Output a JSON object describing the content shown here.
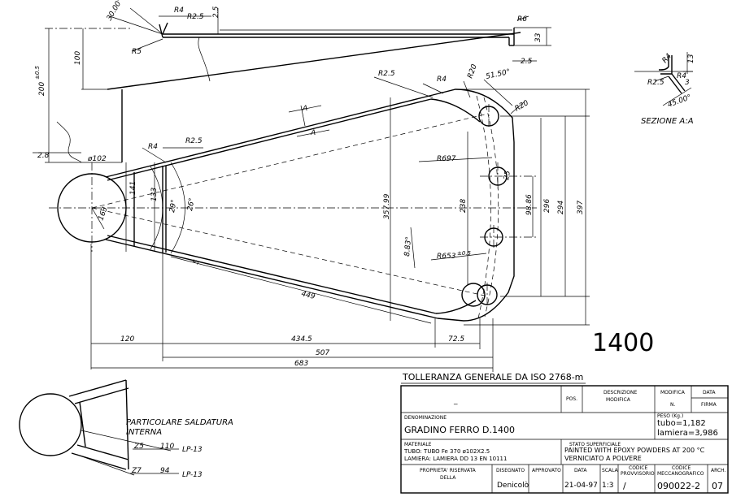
{
  "drawing": {
    "scale_mark": "1400",
    "tolerance_note": "TOLLERANZA GENERALE DA ISO 2768-m",
    "section_label": "SEZIONE A:A",
    "cut_label": "A",
    "weld_note_line1": "PARTICOLARE SALDATURA",
    "weld_note_line2": "INTERNA",
    "weld1": {
      "size": "Z5",
      "len": "110",
      "ref": "LP-13"
    },
    "weld2": {
      "size": "Z7",
      "len": "94",
      "ref": "LP-13"
    }
  },
  "dimensions": {
    "d30deg": "30.00°",
    "r4_top": "R4",
    "r25_top": "R2.5",
    "d25_top": "2.5",
    "r5": "R5",
    "d100": "100",
    "d200": "200",
    "tol200": "±0.5",
    "d28": "2.8",
    "phi102": "ø102",
    "r6": "R6",
    "d33": "33",
    "d25_right": "2.5",
    "r25_mid": "R2.5",
    "r4_mid": "R4",
    "r20_a": "R20",
    "a5150": "51.50°",
    "r20_b": "R20",
    "r4_left": "R4",
    "r25_left": "R2.5",
    "d141": "141",
    "d133": "133",
    "d163": "163",
    "a29": "29°",
    "a26": "26°",
    "d35799": "357.99",
    "r697": "R697",
    "d25_hole": "25",
    "d238": "238",
    "d9886": "98.86",
    "d296": "296",
    "d294": "294",
    "d397": "397",
    "a883": "8.83°",
    "r653": "R653",
    "tol653": "±0.5",
    "d5": "5",
    "d449": "449",
    "d120": "120",
    "d4345": "434.5",
    "d725": "72.5",
    "d507": "507",
    "d683": "683",
    "s_r4a": "R4",
    "s_d13": "13",
    "s_r25": "R2.5",
    "s_r4b": "R4",
    "s_d3": "3",
    "s_a45": "45.00°"
  },
  "title_block": {
    "h_pos": "POS.",
    "h_desc1": "DESCRIZIONE",
    "h_desc2": "MODIFICA",
    "h_mod": "MODIFICA",
    "h_mod_n": "N.",
    "h_data": "DATA",
    "h_firma": "FIRMA",
    "blank_dash": "_",
    "lbl_denominazione": "DENOMINAZIONE",
    "denominazione": "GRADINO   FERRO D.1400",
    "lbl_peso": "PESO (Kg.)",
    "peso_tubo": "tubo=1,182",
    "peso_lamiera": "lamiera=3,986",
    "lbl_materiale": "MATERIALE",
    "materiale1": "TUBO: TUBO Fe 370 ø102X2.5",
    "materiale2": "LAMIERA: LAMIERA DD 13 EN 10111",
    "lbl_stato": "STATO SUPERFICIALE",
    "stato1": "PAINTED WITH EPOXY POWDERS AT 200 °C",
    "stato2": "VERNICIATO A POLVERE",
    "lbl_proprieta1": "PROPRIETA' RISERVATA",
    "lbl_proprieta2": "DELLA",
    "lbl_disegnato": "DISEGNATO",
    "disegnato": "Denicolò",
    "lbl_approvato": "APPROVATO",
    "lbl_data": "DATA",
    "data": "21-04-97",
    "lbl_scala": "SCALA",
    "scala": "1:3",
    "lbl_codice_prov1": "CODICE",
    "lbl_codice_prov2": "PROVVISORIO",
    "codice_prov": "/",
    "lbl_codice_mecc1": "CODICE",
    "lbl_codice_mecc2": "MECCANOGRAFICO",
    "codice_mecc": "090022-2",
    "lbl_arch": "ARCH.",
    "arch": "07"
  }
}
